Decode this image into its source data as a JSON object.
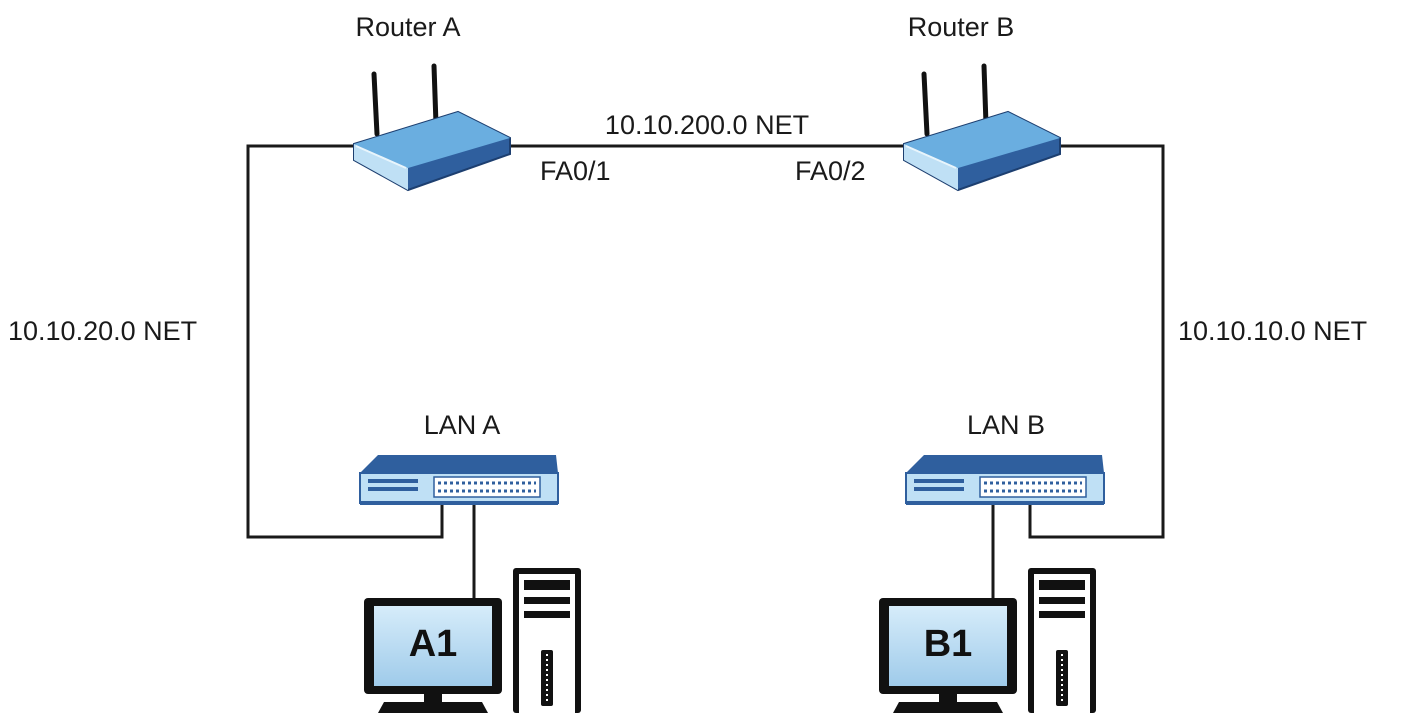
{
  "routers": [
    {
      "id": "router-a",
      "label": "Router A",
      "port": "FA0/1"
    },
    {
      "id": "router-b",
      "label": "Router B",
      "port": "FA0/2"
    }
  ],
  "switches": [
    {
      "id": "lan-a",
      "label": "LAN A"
    },
    {
      "id": "lan-b",
      "label": "LAN B"
    }
  ],
  "hosts": [
    {
      "id": "a1",
      "label": "A1"
    },
    {
      "id": "b1",
      "label": "B1"
    }
  ],
  "networks": {
    "router_link": "10.10.200.0 NET",
    "left": "10.10.20.0 NET",
    "right": "10.10.10.0 NET"
  },
  "colors": {
    "device_light": "#bfe0f5",
    "device_mid": "#6aaee0",
    "device_dark": "#2f5f9e",
    "wire": "#1a1a1a"
  }
}
